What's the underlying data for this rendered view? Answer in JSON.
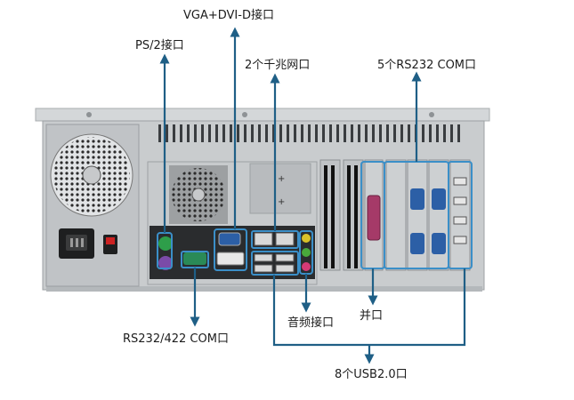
{
  "labels": {
    "vga_dvi": "VGA+DVI-D接口",
    "ps2": "PS/2接口",
    "gigabit_lan": "2个千兆网口",
    "com_rs232": "5个RS232 COM口",
    "rs232_422": "RS232/422 COM口",
    "audio": "音频接口",
    "parallel": "并口",
    "usb": "8个USB2.0口"
  },
  "colors": {
    "callout": "#1f5f86",
    "chassis": "#c9ccce",
    "port_panel": "#2a2c2e",
    "highlight_box": "#3b8fc8"
  }
}
